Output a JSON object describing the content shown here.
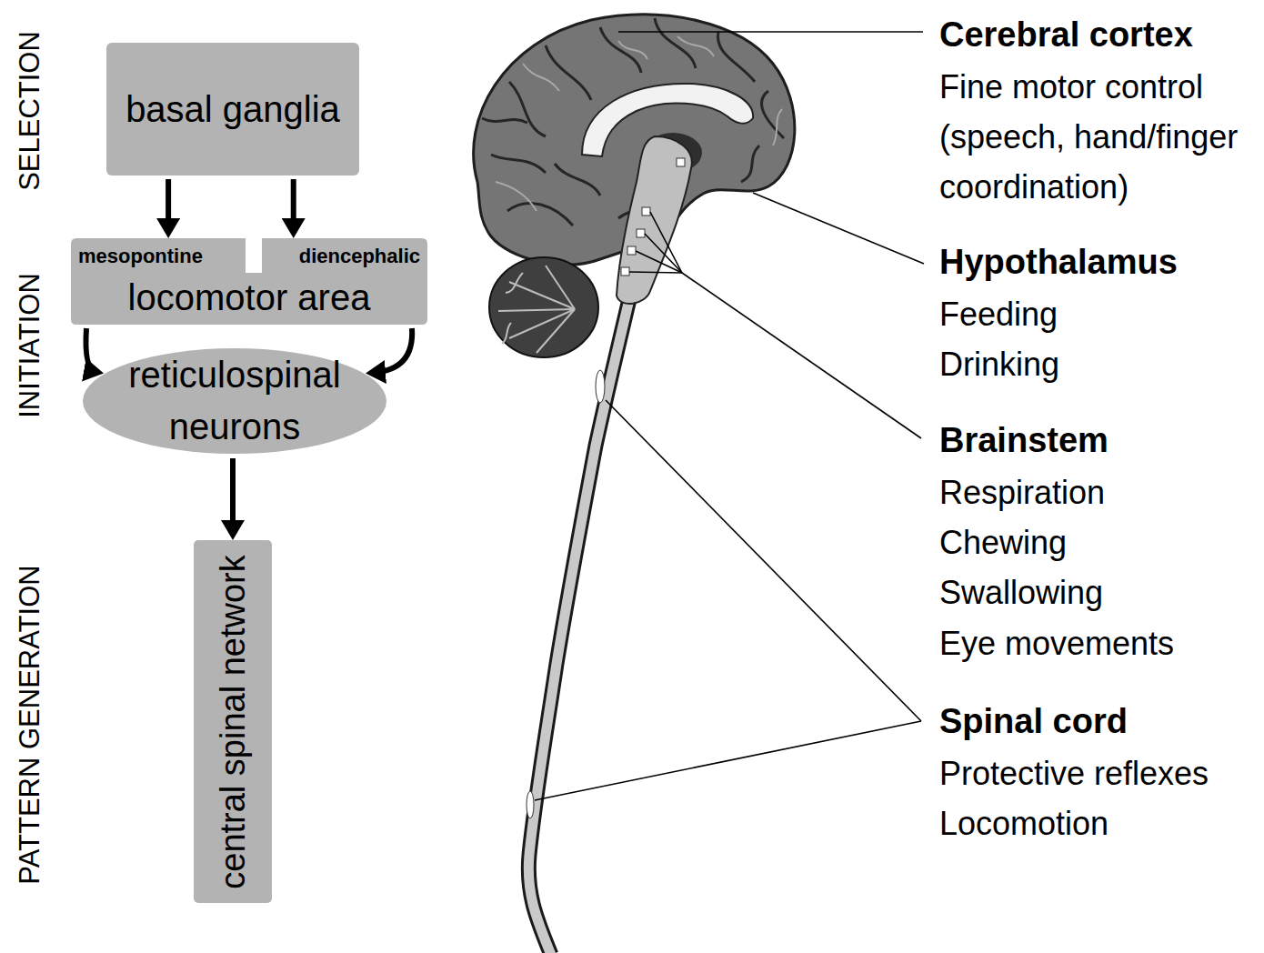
{
  "diagram": {
    "nodes": [
      {
        "text": [
          "basal ganglia"
        ]
      },
      {
        "text": [
          "mesopontine",
          "diencephalic",
          "locomotor area"
        ]
      },
      {
        "text": [
          "reticulospinal neurons"
        ]
      },
      {
        "text": [
          "central spinal network"
        ]
      }
    ],
    "edges": [
      {
        "from": 0,
        "to": 1,
        "arrow": "to"
      },
      {
        "from": 0,
        "to": 1,
        "arrow": "to"
      },
      {
        "from": 1,
        "to": 2,
        "arrow": "to"
      },
      {
        "from": 1,
        "to": 2,
        "arrow": "to"
      },
      {
        "from": 2,
        "to": 3,
        "arrow": "to"
      }
    ],
    "labels": [
      "SELECTION",
      "INITIATION",
      "PATTERN GENERATION",
      "Cerebral cortex",
      "Fine motor control (speech, hand/finger coordination)",
      "Hypothalamus",
      "Feeding",
      "Drinking",
      "Brainstem",
      "Respiration",
      "Chewing",
      "Swallowing",
      "Eye movements",
      "Spinal cord",
      "Protective reflexes",
      "Locomotion"
    ]
  }
}
